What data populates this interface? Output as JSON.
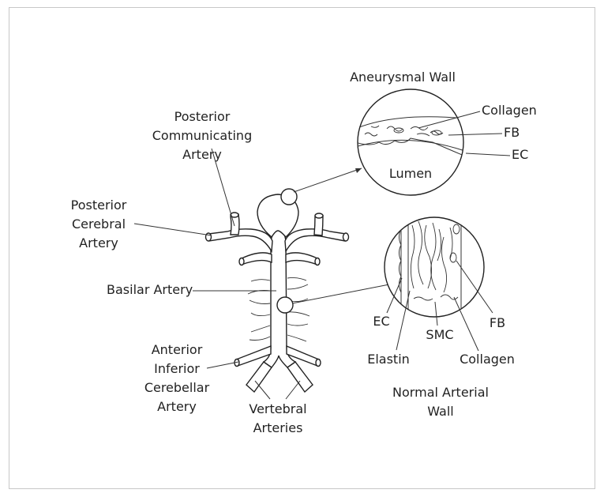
{
  "labels": {
    "aneurysmal_wall": "Aneurysmal Wall",
    "pcom_line1": "Posterior",
    "pcom_line2": "Communicating",
    "pcom_line3": "Artery",
    "pca_line1": "Posterior",
    "pca_line2": "Cerebral",
    "pca_line3": "Artery",
    "basilar": "Basilar Artery",
    "aica_line1": "Anterior",
    "aica_line2": "Inferior",
    "aica_line3": "Cerebellar",
    "aica_line4": "Artery",
    "vertebral_line1": "Vertebral",
    "vertebral_line2": "Arteries",
    "aneurysm_collagen": "Collagen",
    "aneurysm_fb": "FB",
    "aneurysm_ec": "EC",
    "lumen": "Lumen",
    "normal_ec": "EC",
    "normal_elastin": "Elastin",
    "normal_smc": "SMC",
    "normal_collagen": "Collagen",
    "normal_fb": "FB",
    "normal_wall_line1": "Normal Arterial",
    "normal_wall_line2": "Wall"
  }
}
